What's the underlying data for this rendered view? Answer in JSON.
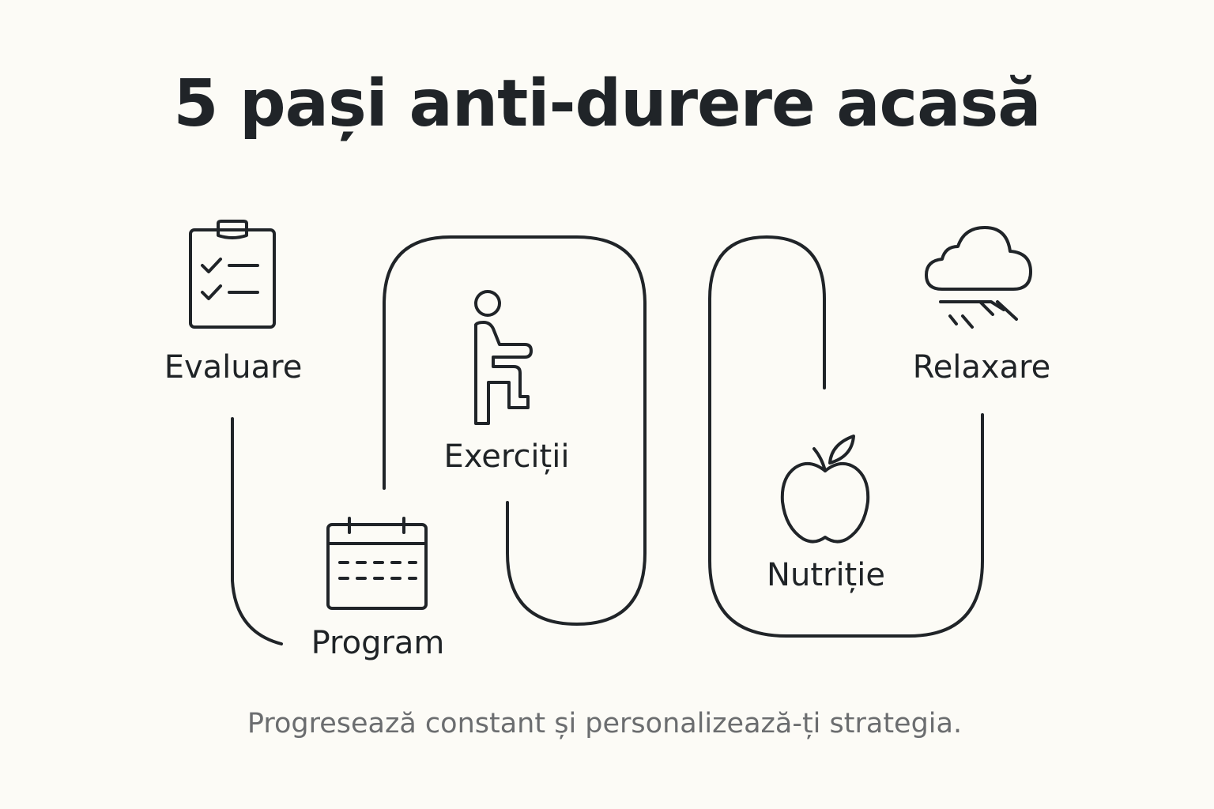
{
  "title": "5 pași anti-durere acasă",
  "subtitle": "Progresează constant și personalizează-ți strategia.",
  "colors": {
    "background": "#fcfbf6",
    "stroke": "#202428",
    "subtitle": "#6b6d6f"
  },
  "steps": [
    {
      "label": "Evaluare",
      "icon": "clipboard-checklist-icon"
    },
    {
      "label": "Program",
      "icon": "calendar-icon"
    },
    {
      "label": "Exerciții",
      "icon": "person-stepping-icon"
    },
    {
      "label": "Nutriție",
      "icon": "apple-icon"
    },
    {
      "label": "Relaxare",
      "icon": "cloud-rain-icon"
    }
  ]
}
